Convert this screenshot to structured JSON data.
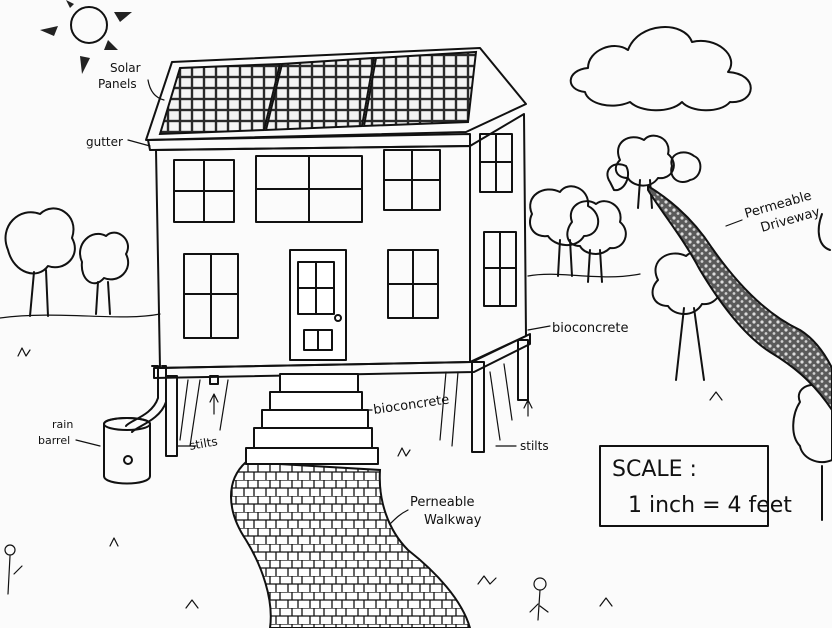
{
  "labels": {
    "solar_panels_1": "Solar",
    "solar_panels_2": "Panels",
    "gutter": "gutter",
    "bioconcrete_1": "bioconcrete",
    "bioconcrete_2": "bioconcrete",
    "stilts_left": "stilts",
    "stilts_right": "stilts",
    "rain_barrel_1": "rain",
    "rain_barrel_2": "barrel",
    "walkway_1": "Perneable",
    "walkway_2": "Walkway",
    "driveway_1": "Permeable",
    "driveway_2": "Driveway"
  },
  "scale": {
    "title": "SCALE :",
    "value": "1 inch = 4 feet"
  },
  "colors": {
    "ink": "#111111",
    "paper": "#fbfbfb"
  }
}
